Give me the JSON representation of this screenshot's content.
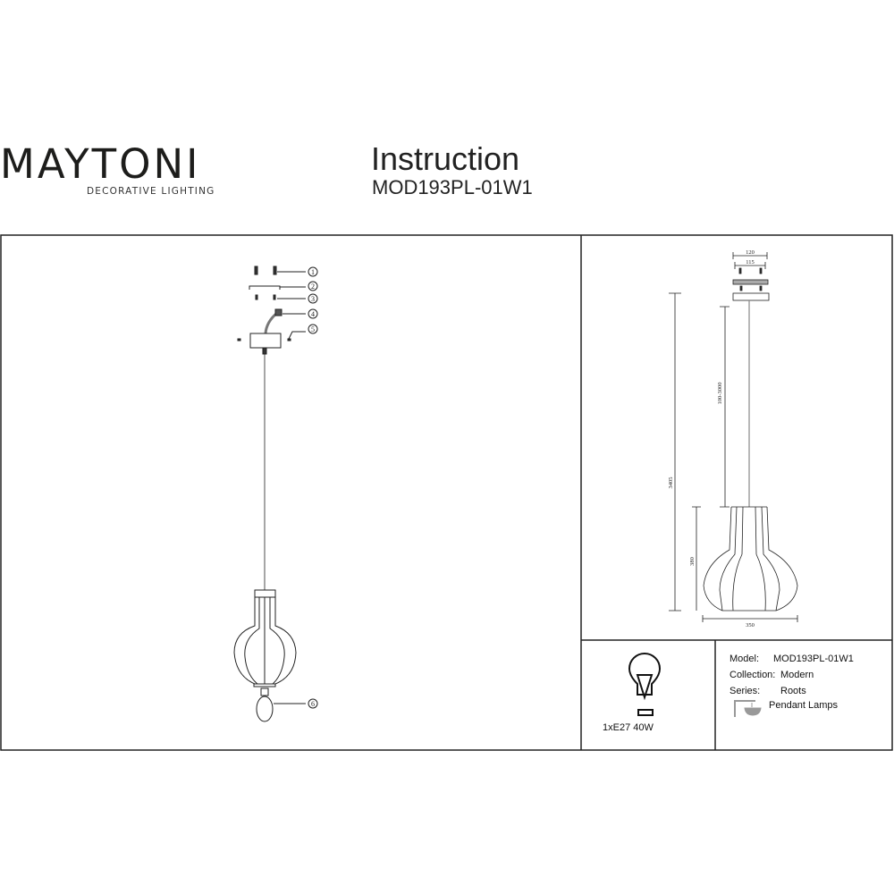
{
  "header": {
    "brand": "MAYTONI",
    "brand_tagline": "DECORATIVE LIGHTING",
    "title": "Instruction",
    "model": "MOD193PL-01W1",
    "brand_accent": "#5a1a4a"
  },
  "assembly": {
    "parts": [
      "1",
      "2",
      "3",
      "4",
      "5",
      "6"
    ]
  },
  "dimensions": {
    "canopy_outer": "120",
    "canopy_inner": "115",
    "cord_length": "100-3000",
    "total_height": "3405",
    "shade_height": "380",
    "shade_width": "350"
  },
  "bulb": {
    "label": "1xE27 40W",
    "icon": "light-bulb-icon"
  },
  "specs": {
    "model_label": "Model:",
    "model_value": "MOD193PL-01W1",
    "collection_label": "Collection:",
    "collection_value": "Modern",
    "series_label": "Series:",
    "series_value": "Roots",
    "type_label": "Pendant Lamps",
    "type_icon": "pendant-lamp-icon"
  }
}
